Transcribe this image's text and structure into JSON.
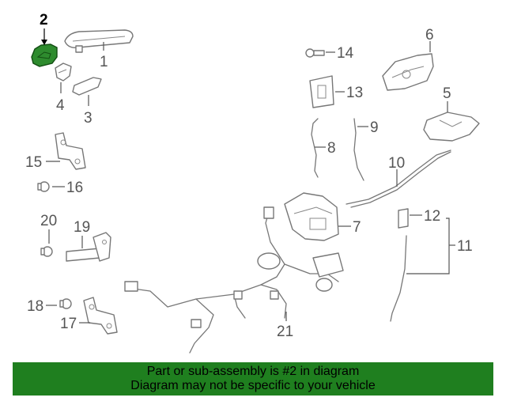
{
  "callouts": {
    "c1": "1",
    "c2": "2",
    "c3": "3",
    "c4": "4",
    "c5": "5",
    "c6": "6",
    "c7": "7",
    "c8": "8",
    "c9": "9",
    "c10": "10",
    "c11": "11",
    "c12": "12",
    "c13": "13",
    "c14": "14",
    "c15": "15",
    "c16": "16",
    "c17": "17",
    "c18": "18",
    "c19": "19",
    "c20": "20",
    "c21": "21"
  },
  "highlight": {
    "part": "2",
    "color": "#2e8b2e"
  },
  "banner": {
    "line1": "Part or sub-assembly is #2 in diagram",
    "line2": "Diagram may not be specific to your vehicle",
    "color": "#1f7f1f"
  }
}
